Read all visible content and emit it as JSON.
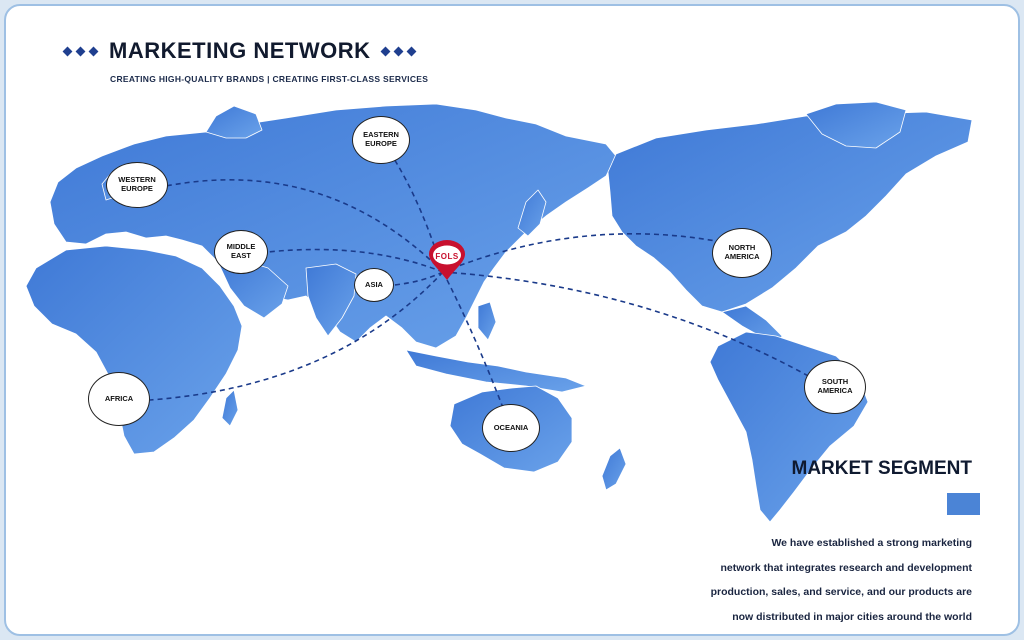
{
  "header": {
    "title": "MARKETING NETWORK",
    "subtitle": "CREATING HIGH-QUALITY BRANDS  | CREATING FIRST-CLASS SERVICES"
  },
  "hub": {
    "label": "FOLS"
  },
  "regions": {
    "eastern_europe": "EASTERN\nEUROPE",
    "western_europe": "WESTERN\nEUROPE",
    "middle_east": "MIDDLE\nEAST",
    "asia": "ASIA",
    "africa": "AFRICA",
    "oceania": "OCEANIA",
    "north_america": "NORTH\nAMERICA",
    "south_america": "SOUTH\nAMERICA"
  },
  "segment": {
    "title": "MARKET SEGMENT",
    "swatch_color": "#4b84d6",
    "description": [
      "We have established a strong marketing",
      "network that integrates research and development",
      "production, sales, and service, and our products are",
      "now distributed in major cities around the world"
    ]
  },
  "colors": {
    "land": "#4a84dc",
    "route": "#1a3a8a",
    "hub": "#c8102e"
  }
}
